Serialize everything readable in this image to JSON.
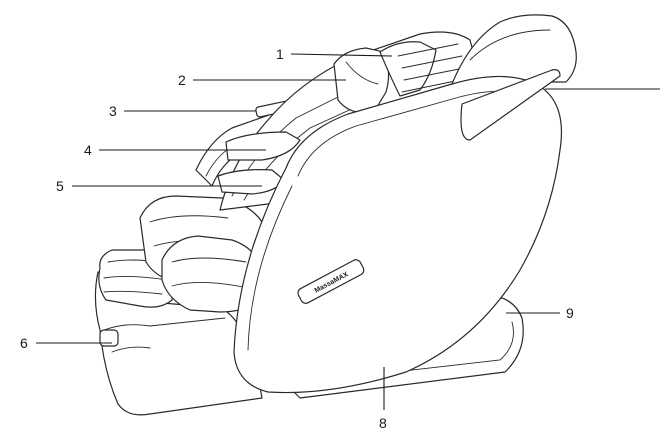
{
  "diagram": {
    "logo_text": "MassaMAX",
    "callouts": [
      {
        "id": "1",
        "label": "1"
      },
      {
        "id": "2",
        "label": "2"
      },
      {
        "id": "3",
        "label": "3"
      },
      {
        "id": "4",
        "label": "4"
      },
      {
        "id": "5",
        "label": "5"
      },
      {
        "id": "6",
        "label": "6"
      },
      {
        "id": "8",
        "label": "8"
      },
      {
        "id": "9",
        "label": "9"
      }
    ]
  }
}
